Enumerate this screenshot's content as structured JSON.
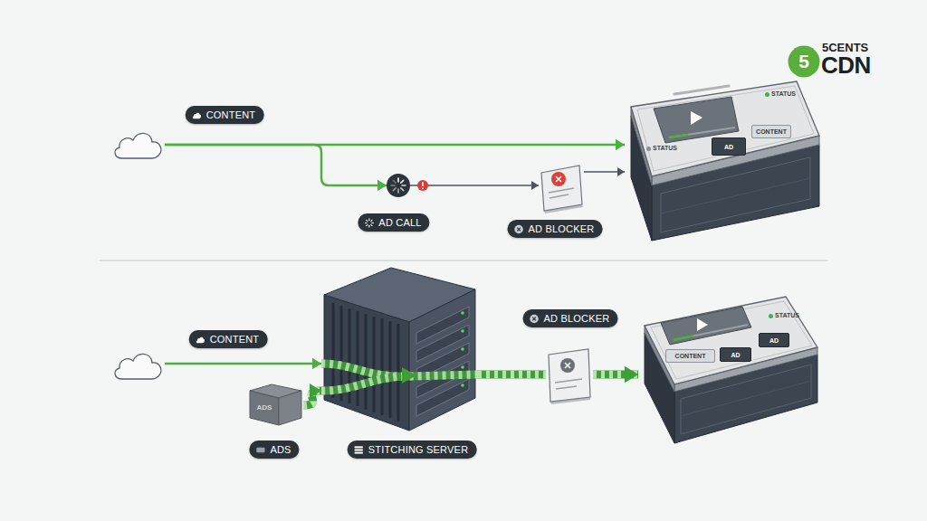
{
  "diagram": {
    "nodes": [
      {
        "text": [
          "CONTENT"
        ]
      },
      {
        "text": [
          "AD CALL"
        ]
      },
      {
        "text": [
          "AD BLOCKER"
        ]
      },
      {
        "text": [
          "STATUS",
          "STATUS"
        ]
      },
      {
        "text": [
          "CONTENT"
        ],
        "in": 3
      },
      {
        "text": [
          "AD"
        ],
        "in": 3
      },
      {
        "text": [
          "CONTENT"
        ]
      },
      {
        "text": [
          "STITCHING SERVER"
        ]
      },
      {
        "text": [
          "ADS",
          "ADS"
        ]
      },
      {
        "text": [
          "AD BLOCKER"
        ]
      },
      {
        "text": [
          "STATUS"
        ]
      },
      {
        "text": [
          "CONTENT"
        ],
        "in": 10
      },
      {
        "text": [
          "AD"
        ],
        "in": 10
      },
      {
        "text": [
          "AD"
        ],
        "in": 10
      }
    ],
    "edges": [
      {
        "from": 0,
        "to": 3,
        "arrow": "to"
      },
      {
        "from": 0,
        "to": 1,
        "arrow": "to"
      },
      {
        "from": 1,
        "to": 2,
        "arrow": "to"
      },
      {
        "from": 2,
        "to": 3,
        "arrow": "to"
      },
      {
        "from": 6,
        "to": 7,
        "arrow": "to"
      },
      {
        "from": 8,
        "to": 7,
        "arrow": "to"
      },
      {
        "from": 7,
        "to": 9,
        "arrow": "none"
      },
      {
        "from": 9,
        "to": 10,
        "arrow": "to"
      }
    ],
    "labels": [
      "5",
      "5CENTS",
      "CDN"
    ]
  }
}
